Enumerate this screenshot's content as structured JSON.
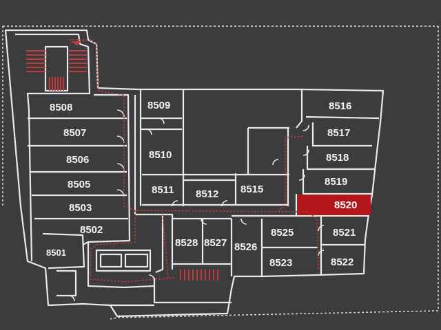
{
  "colors": {
    "background": "#3c3c3e",
    "wall": "#e9e9e9",
    "highlight_room": "#b3161b",
    "route": "#c23a3a",
    "border_dots": "#e0e0e0"
  },
  "highlighted_room": "8520",
  "rooms": [
    {
      "id": "8508",
      "label": "8508"
    },
    {
      "id": "8507",
      "label": "8507"
    },
    {
      "id": "8506",
      "label": "8506"
    },
    {
      "id": "8505",
      "label": "8505"
    },
    {
      "id": "8503",
      "label": "8503"
    },
    {
      "id": "8502",
      "label": "8502"
    },
    {
      "id": "8501",
      "label": "8501"
    },
    {
      "id": "8509",
      "label": "8509"
    },
    {
      "id": "8510",
      "label": "8510"
    },
    {
      "id": "8511",
      "label": "8511"
    },
    {
      "id": "8512",
      "label": "8512"
    },
    {
      "id": "8515",
      "label": "8515"
    },
    {
      "id": "8516",
      "label": "8516"
    },
    {
      "id": "8517",
      "label": "8517"
    },
    {
      "id": "8518",
      "label": "8518"
    },
    {
      "id": "8519",
      "label": "8519"
    },
    {
      "id": "8520",
      "label": "8520"
    },
    {
      "id": "8521",
      "label": "8521"
    },
    {
      "id": "8522",
      "label": "8522"
    },
    {
      "id": "8523",
      "label": "8523"
    },
    {
      "id": "8525",
      "label": "8525"
    },
    {
      "id": "8526",
      "label": "8526"
    },
    {
      "id": "8527",
      "label": "8527"
    },
    {
      "id": "8528",
      "label": "8528"
    }
  ]
}
